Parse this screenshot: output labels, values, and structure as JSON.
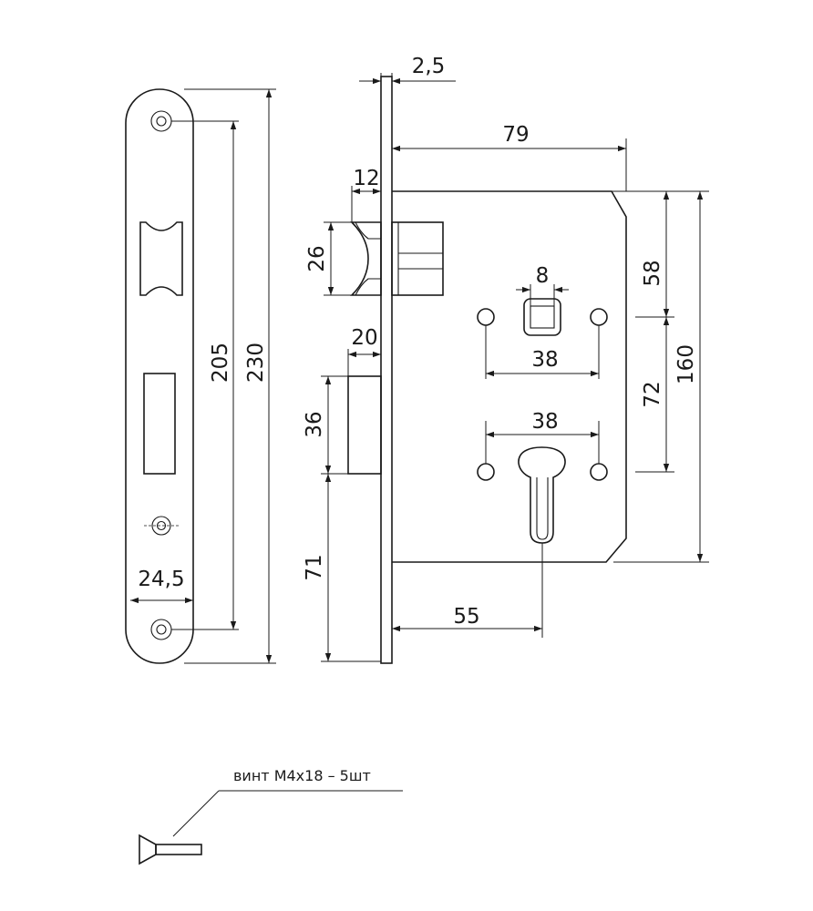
{
  "dimensions": {
    "plate_height": "230",
    "hole_spacing": "205",
    "plate_width": "24,5",
    "faceplate_thickness": "2,5",
    "case_depth": "79",
    "latch_projection": "12",
    "latch_height": "26",
    "deadbolt_projection": "20",
    "deadbolt_height": "36",
    "bottom_offset": "71",
    "backset": "55",
    "spindle_square": "8",
    "handle_screw_spacing": "38",
    "cylinder_screw_spacing": "38",
    "top_to_spindle": "58",
    "spindle_to_cylinder": "72",
    "case_height": "160"
  },
  "note": {
    "screw_label": "винт М4х18 – 5шт"
  }
}
